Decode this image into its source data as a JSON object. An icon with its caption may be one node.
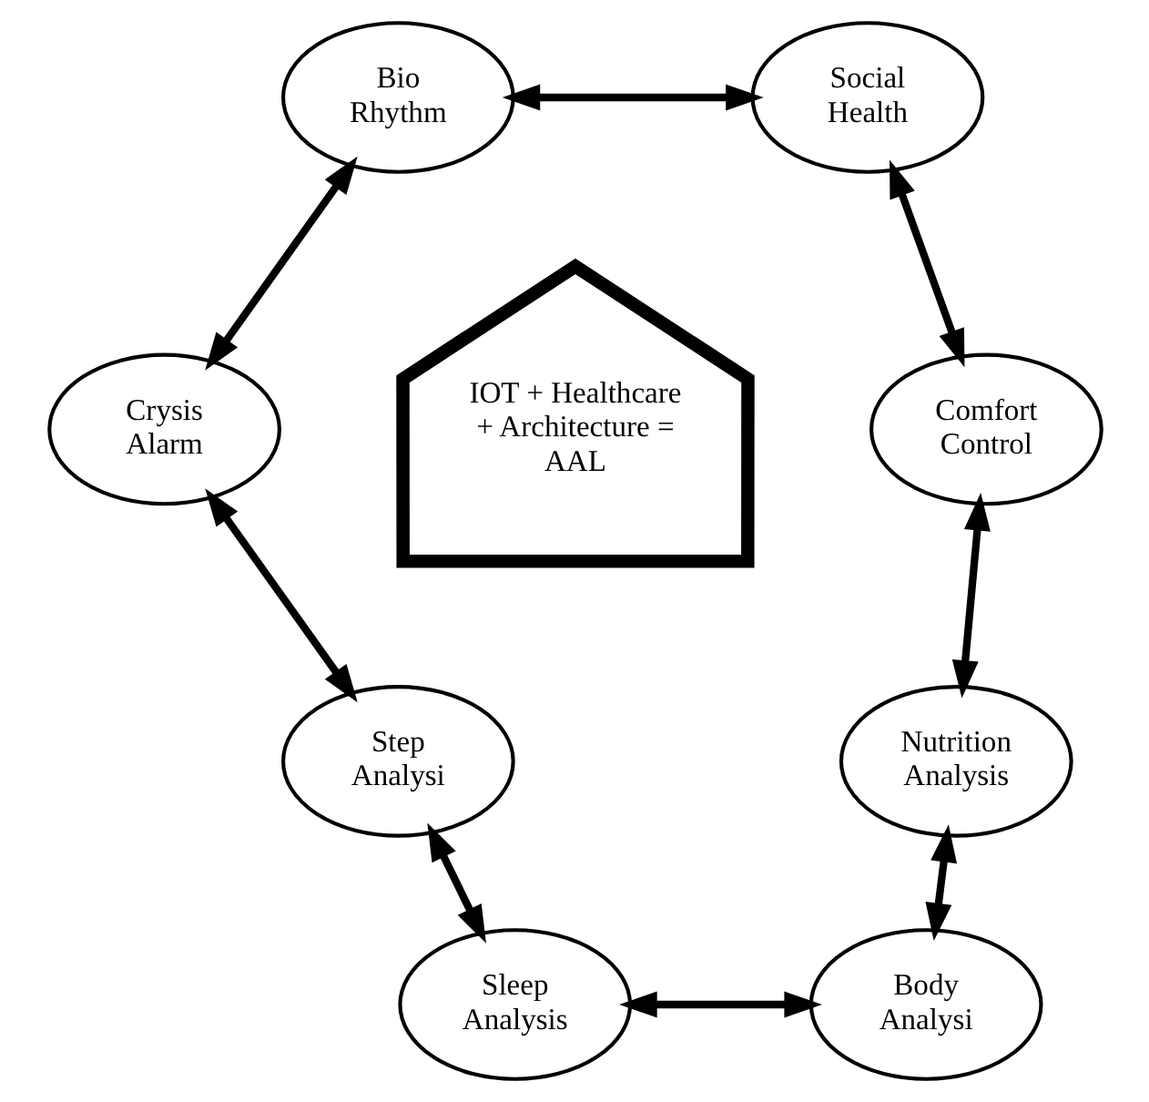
{
  "diagram": {
    "nodes": [
      {
        "text": [
          "Bio Rhythm"
        ]
      },
      {
        "text": [
          "Social Health"
        ]
      },
      {
        "text": [
          "Crysis Alarm"
        ]
      },
      {
        "text": [
          "Comfort Control"
        ]
      },
      {
        "text": [
          "IOT + Healthcare + Architecture = AAL"
        ]
      },
      {
        "text": [
          "Step Analysi"
        ]
      },
      {
        "text": [
          "Nutrition Analysis"
        ]
      },
      {
        "text": [
          "Sleep Analysis"
        ]
      },
      {
        "text": [
          "Body Analysi"
        ]
      }
    ],
    "edges": [
      {
        "from": 0,
        "to": 1,
        "arrow": "both"
      },
      {
        "from": 1,
        "to": 3,
        "arrow": "both"
      },
      {
        "from": 3,
        "to": 6,
        "arrow": "both"
      },
      {
        "from": 6,
        "to": 8,
        "arrow": "both"
      },
      {
        "from": 7,
        "to": 8,
        "arrow": "both"
      },
      {
        "from": 5,
        "to": 7,
        "arrow": "both"
      },
      {
        "from": 2,
        "to": 5,
        "arrow": "both"
      },
      {
        "from": 0,
        "to": 2,
        "arrow": "both"
      }
    ]
  }
}
